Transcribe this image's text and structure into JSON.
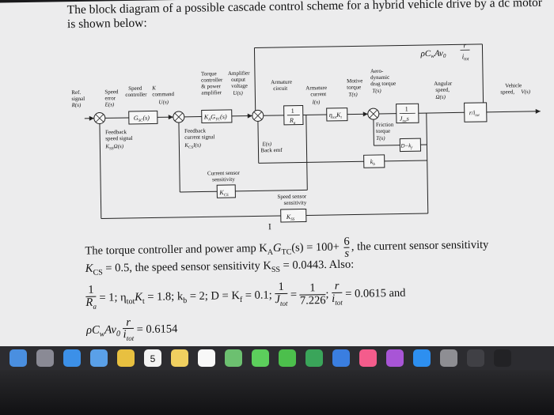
{
  "title": "The block diagram of a possible cascade control scheme for a hybrid vehicle drive by a dc motor is shown below:",
  "diagram": {
    "aero_top": "ρC",
    "aero_top_sub": "w",
    "aero_top_2": "Av",
    "aero_top_sub2": "0",
    "aero_r": "r",
    "aero_itot": "i",
    "aero_itot_sub": "tot",
    "ref_label": [
      "Ref.",
      "signal",
      "R",
      "(s)"
    ],
    "speed_error": [
      "Speed",
      "error",
      "E",
      "(s)"
    ],
    "speed_ctrl_cmd": [
      "Speed",
      "controller",
      "command",
      "U",
      "(s)"
    ],
    "ka_gtc": "K",
    "torque_amp": [
      "Torque",
      "controller",
      "& power",
      "amplifier"
    ],
    "amp_output": [
      "Amplifier",
      "output",
      "voltage",
      "U",
      "(s)"
    ],
    "armature_circuit": [
      "Armature",
      "circuit"
    ],
    "armature_current": [
      "Armature",
      "current",
      "I",
      "(s)"
    ],
    "motive_torque": [
      "Motive",
      "torque",
      "T",
      "(s)"
    ],
    "aero_dyn": [
      "Aero-",
      "dynamic",
      "drag torque",
      "T",
      "(s)"
    ],
    "angular_speed": [
      "Angular",
      "speed,",
      "Ω(s)"
    ],
    "vehicle_speed": [
      "Vehicle",
      "speed,",
      "V(s)"
    ],
    "gsc": "G",
    "ka_gtc_box": "K",
    "one": "1",
    "ra": "R",
    "eta_kt": "η",
    "jtot": "J",
    "r_over_itot": "r",
    "feedback_speed": [
      "Feedback",
      "speed signal",
      "K",
      "Ω(s)"
    ],
    "feedback_current": [
      "Feedback",
      "current signal",
      "K",
      "I",
      "(s)"
    ],
    "back_emf": [
      "E",
      "(s)",
      "Back emf"
    ],
    "friction": [
      "Friction",
      "torque",
      "T",
      "(s)"
    ],
    "d_kf": "D−k",
    "kb": "k",
    "current_sensor": [
      "Current sensor",
      "sensitivity"
    ],
    "kcs": "K",
    "speed_sensor": [
      "Speed sensor",
      "sensitivity"
    ],
    "kss": "K",
    "cursor": "I"
  },
  "text": {
    "p1_pre": "The torque controller and power amp K",
    "p1_mid": "G",
    "p1_post": "(s) = 100+",
    "p1_frac_num": "6",
    "p1_frac_den": "s",
    "p1_end": ", the current sensor sensitivity",
    "p2": "K",
    "p2_rest": " = 0.5, the speed sensor sensitivity K",
    "p2_end": " = 0.0443. Also:",
    "p3_a": "= 1; η",
    "p3_b": "K",
    "p3_c": " = 1.8; k",
    "p3_d": " = 2; D = K",
    "p3_e": " = 0.1;",
    "p3_f": "= ",
    "p3_g": "1",
    "p3_h": "7.226",
    "p3_i": ";",
    "p3_j": "= 0.0615",
    "p3_k": "and",
    "p4": "= 0.6154"
  },
  "dock": {
    "badge": "5",
    "icons": [
      "finder-icon",
      "launchpad-icon",
      "safari-icon",
      "mail-icon",
      "photos-icon",
      "calendar-icon",
      "notes-icon",
      "reminders-icon",
      "maps-icon",
      "messages-icon",
      "facetime-icon",
      "numbers-icon",
      "keynote-icon",
      "music-icon",
      "podcasts-icon",
      "appstore-icon",
      "settings-icon",
      "quicktime-icon",
      "terminal-icon"
    ]
  }
}
